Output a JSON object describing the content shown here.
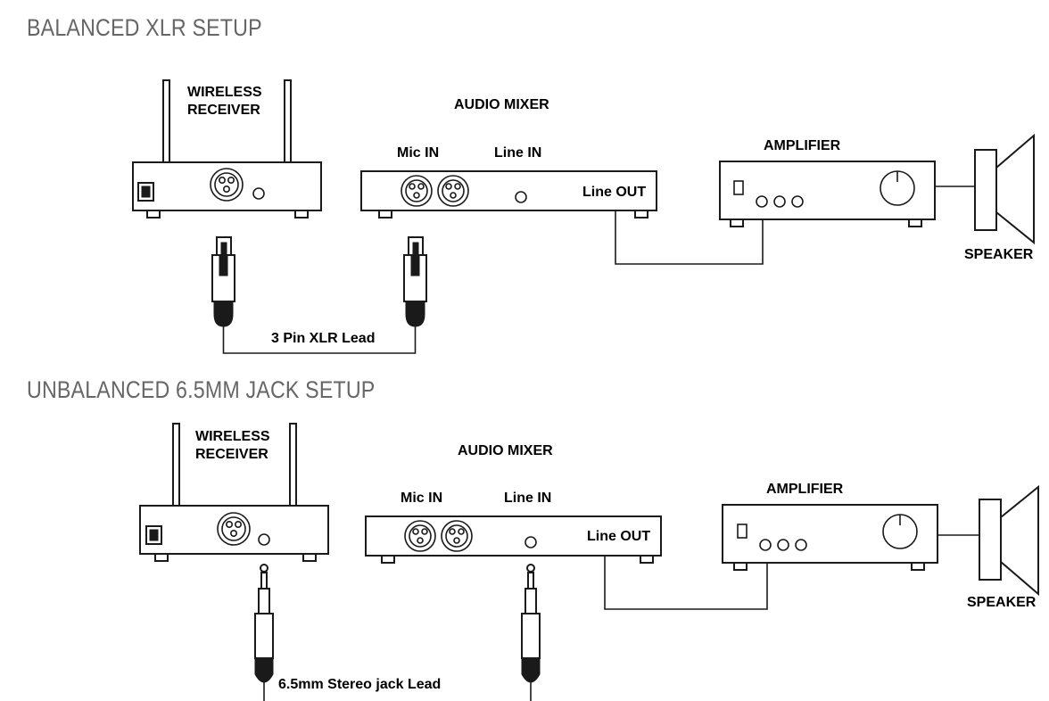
{
  "colors": {
    "title": "#666666",
    "ink": "#1a1a1a",
    "background": "#ffffff"
  },
  "balanced": {
    "title": "BALANCED XLR SETUP",
    "receiver_label": [
      "WIRELESS",
      "RECEIVER"
    ],
    "mixer_label": "AUDIO MIXER",
    "mic_in": "Mic IN",
    "line_in": "Line IN",
    "line_out": "Line OUT",
    "amplifier_label": "AMPLIFIER",
    "speaker_label": "SPEAKER",
    "lead_label": "3 Pin XLR Lead"
  },
  "unbalanced": {
    "title": "UNBALANCED 6.5MM JACK SETUP",
    "receiver_label": [
      "WIRELESS",
      "RECEIVER"
    ],
    "mixer_label": "AUDIO MIXER",
    "mic_in": "Mic IN",
    "line_in": "Line IN",
    "line_out": "Line OUT",
    "amplifier_label": "AMPLIFIER",
    "speaker_label": "SPEAKER",
    "lead_label": "6.5mm Stereo jack Lead"
  }
}
